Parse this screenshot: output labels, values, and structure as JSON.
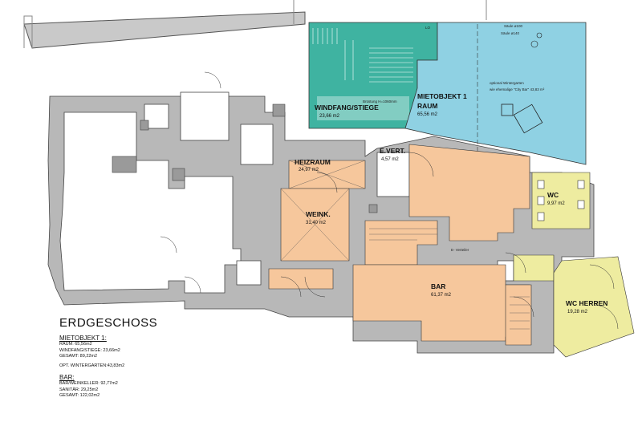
{
  "rooms": {
    "windfang": {
      "name": "WINDFANG/STIEGE",
      "area": "23,66 m2"
    },
    "mietobjekt": {
      "name1": "MIETOBJEKT 1",
      "name2": "RAUM",
      "area": "65,56 m2"
    },
    "heizraum": {
      "name": "HEIZRAUM",
      "area": "24,97 m2"
    },
    "evert": {
      "name": "E.VERT.",
      "area": "4,57 m2"
    },
    "weink": {
      "name": "WEINK.",
      "area": "31,40 m2"
    },
    "wc": {
      "name": "WC",
      "area": "9,97 m2"
    },
    "bar": {
      "name": "BAR",
      "area": "61,37 m2"
    },
    "wcherren": {
      "name": "WC HERREN",
      "area": "19,28 m2"
    }
  },
  "annotations": {
    "saeule1": "Säule ø100",
    "saeule2": "Säule ø140",
    "lo": "LO",
    "wintergarten1": "optional Wintergarten",
    "wintergarten2": "wie ehemalige \"City Bar\" 43,83 m²",
    "everteiler": "E- Verteiler",
    "bruestung": "Brüstung H=1060mm"
  },
  "legend": {
    "title": "ERDGESCHOSS",
    "mietobjekt_heading": "MIETOBJEKT 1:",
    "mietobjekt_lines": [
      "RAUM: 65,56m2",
      "WINDFANG/STIEGE: 23,66m2",
      "GESAMT: 89,22m2"
    ],
    "wintergarten_line": "OPT. WINTERGARTEN:43,83m2",
    "bar_heading": "BAR:",
    "bar_lines": [
      "BAR/WEINKELLER: 92,77m2",
      "SANITÄR: 29,25m2",
      "GESAMT: 122,02m2"
    ]
  },
  "colors": {
    "wall": "#b8b8b8",
    "wall_stroke": "#444444",
    "teal": "#3fb3a1",
    "blue": "#8fd1e3",
    "orange": "#f6c79c",
    "yellow": "#eeeca0",
    "white_room": "#ffffff"
  }
}
